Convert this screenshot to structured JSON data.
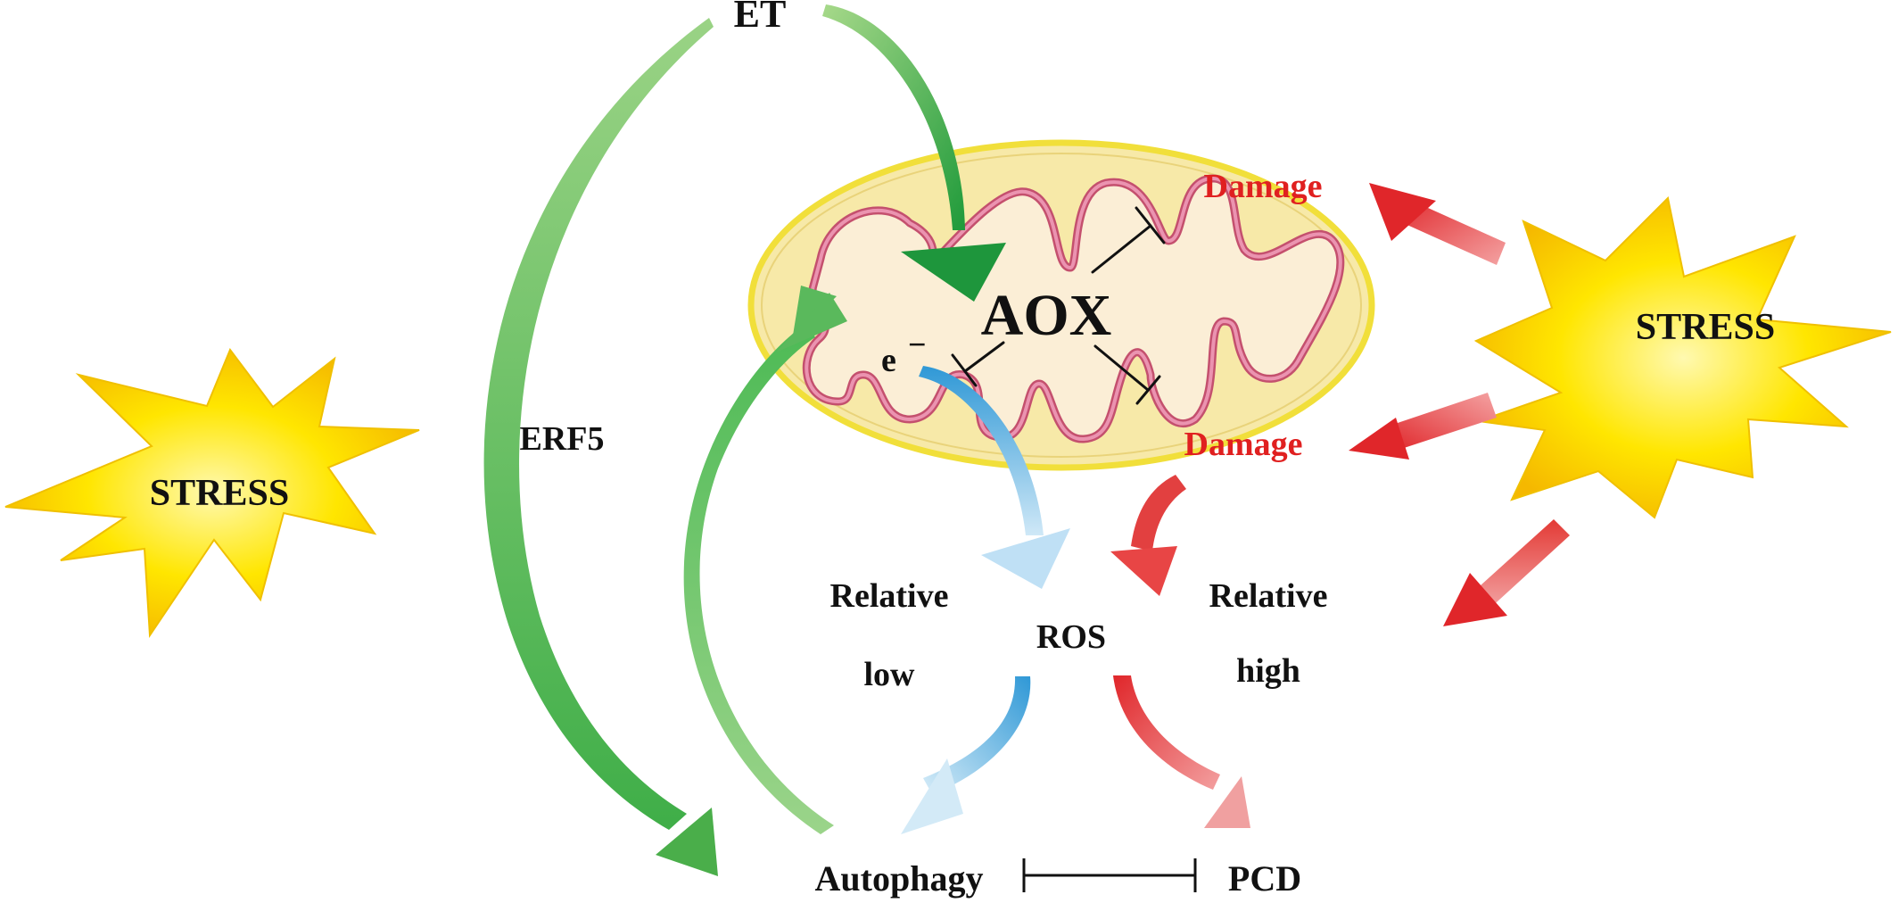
{
  "labels": {
    "et": "ET",
    "erf5": "ERF5",
    "aox": "AOX",
    "electron": "e",
    "electron_sup": "−",
    "damage_top": "Damage",
    "damage_bottom": "Damage",
    "stress_left": "STRESS",
    "stress_right": "STRESS",
    "relative_low_1": "Relative",
    "relative_low_2": "low",
    "ros": "ROS",
    "relative_high_1": "Relative",
    "relative_high_2": "high",
    "autophagy": "Autophagy",
    "pcd": "PCD"
  },
  "colors": {
    "text": "#111111",
    "damage_text": "#e02020",
    "green_arrow": "#4db848",
    "green_light": "#8fd07a",
    "blue_arrow": "#3aa3dc",
    "blue_light": "#c9e6f6",
    "red_arrow": "#e0262a",
    "red_light": "#f2a1a1",
    "star_yellow": "#ffe600",
    "star_orange": "#f5b800",
    "mito_outer_fill": "#f7e9a8",
    "mito_outer_stroke": "#f1df3a",
    "mito_inner_fill": "#fbeed6",
    "cristae_stroke": "#c4506e",
    "cristae_light": "#e88aa8"
  },
  "icons": {
    "star": "stress-star-icon",
    "mitochondrion": "mitochondrion-icon",
    "inhibition": "inhibition-bar-icon"
  }
}
